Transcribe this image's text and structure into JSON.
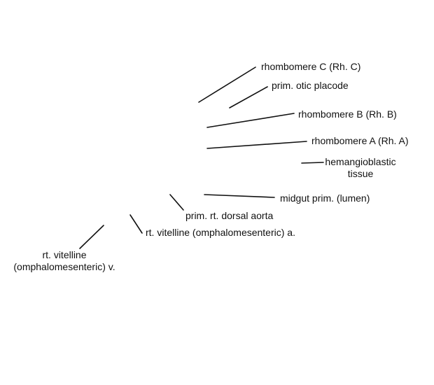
{
  "labels": {
    "rhombomere_c": "rhombomere C (Rh. C)",
    "prim_otic_placode": "prim. otic placode",
    "rhombomere_b": "rhombomere B (Rh. B)",
    "rhombomere_a": "rhombomere A (Rh. A)",
    "hemangioblastic_tissue_line1": "hemangioblastic",
    "hemangioblastic_tissue_line2": "tissue",
    "midgut_prim": "midgut prim. (lumen)",
    "prim_rt_dorsal_aorta": "prim. rt. dorsal aorta",
    "rt_vitelline_artery": "rt. vitelline (omphalomesenteric) a.",
    "rt_vitelline_vein_line1": "rt. vitelline",
    "rt_vitelline_vein_line2": "(omphalomesenteric) v."
  },
  "colors": {
    "background": "#ffffff",
    "line": "#111111",
    "text": "#111111"
  }
}
